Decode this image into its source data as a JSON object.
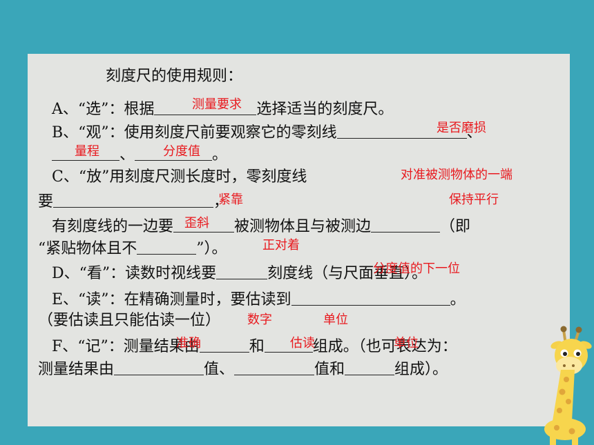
{
  "title": "刻度尺的使用规则：",
  "lines": {
    "a1": "A、“选”：根据",
    "a2": "选择适当的刻度尺。",
    "b1": "B、“观”：使用刻度尺前要观察它的零刻线",
    "b2": "、",
    "b3": "、",
    "b4": "。",
    "c1": "C、“放”用刻度尺测长度时，零刻度线",
    "c2": "要",
    "c3": "，",
    "c4": "有刻度线的一边要",
    "c5": "被测物体且与被测边",
    "c6": "（即",
    "c7": "“紧贴物体且不",
    "c8": "”）。",
    "d1": "D、“看”：读数时视线要",
    "d2": "刻度线（与尺面垂直）。",
    "e1": "E、“读”：在精确测量时，要估读到",
    "e2": "。",
    "e3": "（要估读且只能估读一位）",
    "f1": "F、“记”：测量结果由",
    "f2": "和",
    "f3": "组成。（也可表达为：",
    "f4": "测量结果由",
    "f5": "值、",
    "f6": "值和",
    "f7": "组成）。"
  },
  "answers": {
    "measure_req": "测量要求",
    "worn": "是否磨损",
    "range": "量程",
    "division": "分度值",
    "align": "对准被测物体的一端",
    "close": "紧靠",
    "parallel": "保持平行",
    "skew": "歪斜",
    "facing": "正对着",
    "next_digit": "分度值的下一位",
    "digits": "数字",
    "unit": "单位",
    "accurate": "准确",
    "estimated": "估读",
    "unit2": "单位"
  },
  "colors": {
    "background": "#3aa6b9",
    "panel": "#e3e4e1",
    "answer": "#e8191e",
    "text": "#111111"
  },
  "decoration": {
    "giraffe": "giraffe-icon"
  }
}
